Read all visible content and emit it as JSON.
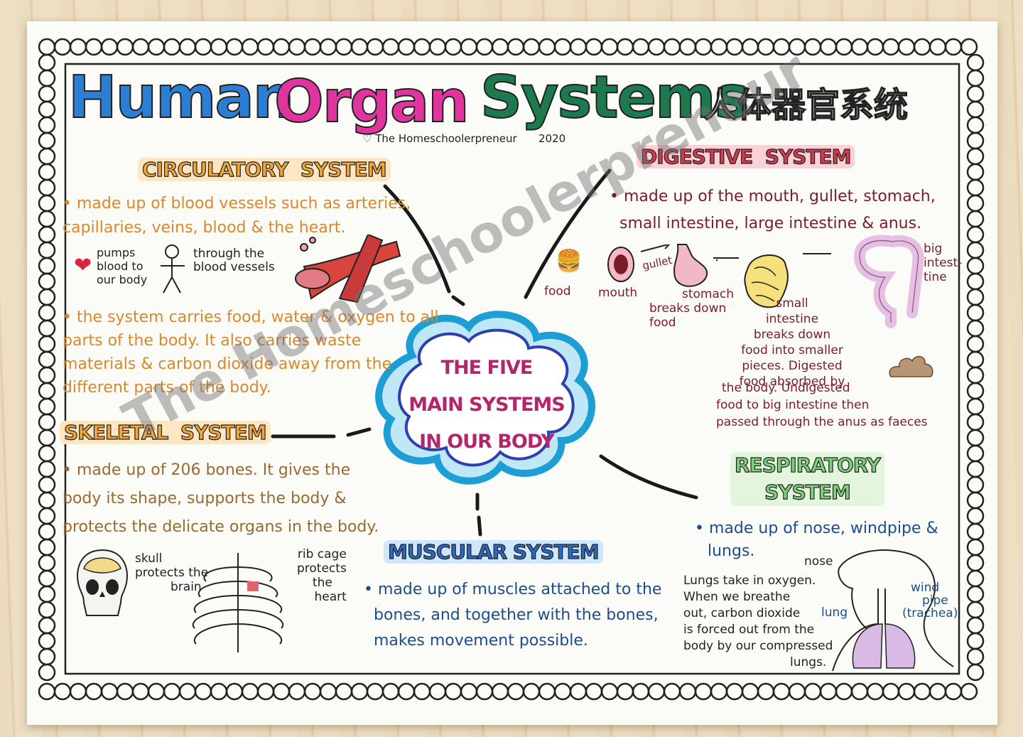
{
  "title": {
    "word1": "Human",
    "word2": "Organ",
    "word3": "Systems",
    "chinese": "人体器官系统",
    "credit": "♡ The Homeschoolerpreneur",
    "year": "2020"
  },
  "center": {
    "line1": "THE FIVE",
    "line2": "MAIN SYSTEMS",
    "line3": "IN OUR BODY"
  },
  "circulatory": {
    "heading1": "CIRCULATORY",
    "heading2": "SYSTEM",
    "p1_l1": "• made up of blood vessels such as arteries,",
    "p1_l2": "capillaries, veins, blood & the heart.",
    "pumps_l1": "pumps",
    "pumps_l2": "blood to",
    "pumps_l3": "our body",
    "through_l1": "through the",
    "through_l2": "blood vessels",
    "p2_l1": "• the system carries food, water & oxygen to all",
    "p2_l2": "parts of the body. It also carries waste",
    "p2_l3": "materials & carbon dioxide away from the",
    "p2_l4": "different parts of the body."
  },
  "skeletal": {
    "heading1": "SKELETAL",
    "heading2": "SYSTEM",
    "l1": "• made up of 206 bones. It gives the",
    "l2": "body its shape, supports the body &",
    "l3": "protects the delicate organs in the body.",
    "skull_l1": "skull",
    "skull_l2": "protects the",
    "skull_l3": "brain",
    "rib_l1": "rib cage",
    "rib_l2": "protects",
    "rib_l3": "the",
    "rib_l4": "heart"
  },
  "muscular": {
    "heading1": "MUSCULAR",
    "heading2": "SYSTEM",
    "l1": "• made up of muscles attached to the",
    "l2": "bones, and together with the bones,",
    "l3": "makes movement possible."
  },
  "digestive": {
    "heading1": "DIGESTIVE",
    "heading2": "SYSTEM",
    "l1": "• made up of the mouth, gullet, stomach,",
    "l2": "small intestine, large intestine & anus.",
    "food": "food",
    "mouth": "mouth",
    "gullet": "gullet",
    "stomach_l1": "stomach",
    "stomach_l2": "breaks down",
    "stomach_l3": "food",
    "big_l1": "big",
    "big_l2": "intest-",
    "big_l3": "tine",
    "si_l1": "small",
    "si_l2": "intestine",
    "si_l3": "breaks down",
    "si_l4": "food into smaller",
    "si_l5": "pieces. Digested",
    "si_l6": "food absorbed by",
    "si_l7": "the body. Undigested",
    "si_l8": "food to big intestine then",
    "si_l9": "passed through the anus as faeces"
  },
  "respiratory": {
    "heading1": "RESPIRATORY",
    "heading2": "SYSTEM",
    "l1": "• made up of nose, windpipe &",
    "l2": "lungs.",
    "nose": "nose",
    "lung": "lung",
    "wind_l1": "wind",
    "wind_l2": "pipe",
    "wind_l3": "(trachea)",
    "lt_l1": "Lungs take in oxygen.",
    "lt_l2": "When we breathe",
    "lt_l3": "out, carbon dioxide",
    "lt_l4": "is forced out from the",
    "lt_l5": "body by our compressed",
    "lt_l6": "lungs."
  },
  "watermark": "The Homeschoolerpreneur",
  "colors": {
    "blue": "#2a7fd4",
    "pink": "#e0359e",
    "green": "#1c7a4e",
    "orange": "#e2913a",
    "red": "#c8354a",
    "navy": "#1b4e8a",
    "lime": "#7fd07a",
    "maroon": "#7a1d2b"
  }
}
